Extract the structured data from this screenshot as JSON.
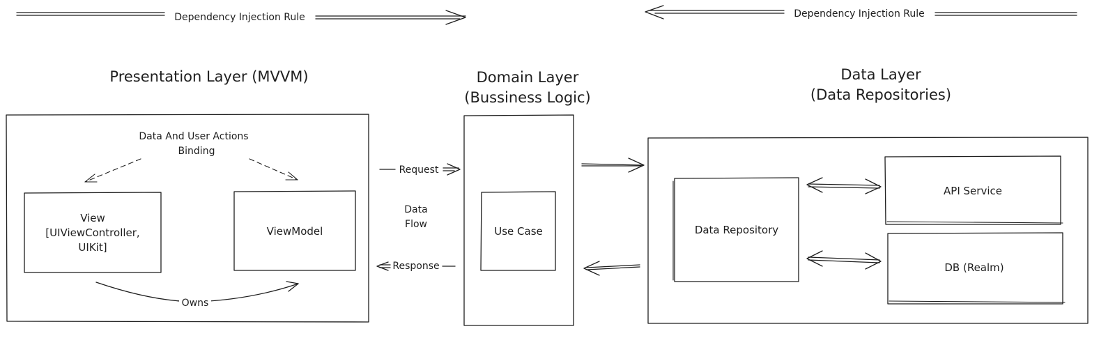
{
  "rules": {
    "left_label": "Dependency Injection Rule",
    "right_label": "Dependency Injection Rule"
  },
  "presentation": {
    "title": "Presentation Layer (MVVM)",
    "binding_line1": "Data And User Actions",
    "binding_line2": "Binding",
    "view_line1": "View",
    "view_line2": "[UIViewController,",
    "view_line3": "UIKit]",
    "viewmodel_label": "ViewModel",
    "owns_label": "Owns"
  },
  "flow": {
    "request_label": "Request",
    "data_line1": "Data",
    "data_line2": "Flow",
    "response_label": "Response"
  },
  "domain": {
    "title_line1": "Domain Layer",
    "title_line2": "(Bussiness Logic)",
    "usecase_label": "Use Case"
  },
  "data_layer": {
    "title_line1": "Data Layer",
    "title_line2": "(Data Repositories)",
    "repository_label": "Data Repository",
    "api_label": "API Service",
    "db_label": "DB (Realm)"
  }
}
